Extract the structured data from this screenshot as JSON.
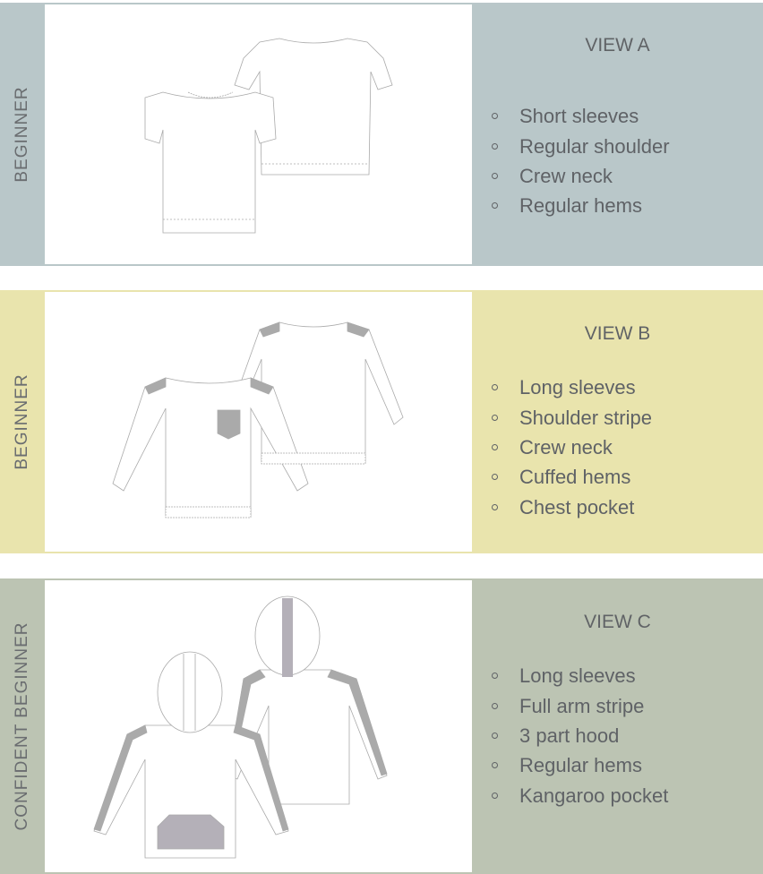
{
  "views": [
    {
      "level": "BEGINNER",
      "title": "VIEW A",
      "color": "#b9c7c9",
      "features": [
        "Short sleeves",
        "Regular shoulder",
        "Crew neck",
        "Regular hems"
      ]
    },
    {
      "level": "BEGINNER",
      "title": "VIEW B",
      "color": "#e9e4ad",
      "features": [
        "Long sleeves",
        "Shoulder stripe",
        "Crew neck",
        "Cuffed hems",
        "Chest pocket"
      ]
    },
    {
      "level": "CONFIDENT BEGINNER",
      "title": "VIEW C",
      "color": "#bcc4b3",
      "features": [
        "Long sleeves",
        "Full arm stripe",
        "3 part hood",
        "Regular hems",
        "Kangaroo pocket"
      ]
    }
  ]
}
